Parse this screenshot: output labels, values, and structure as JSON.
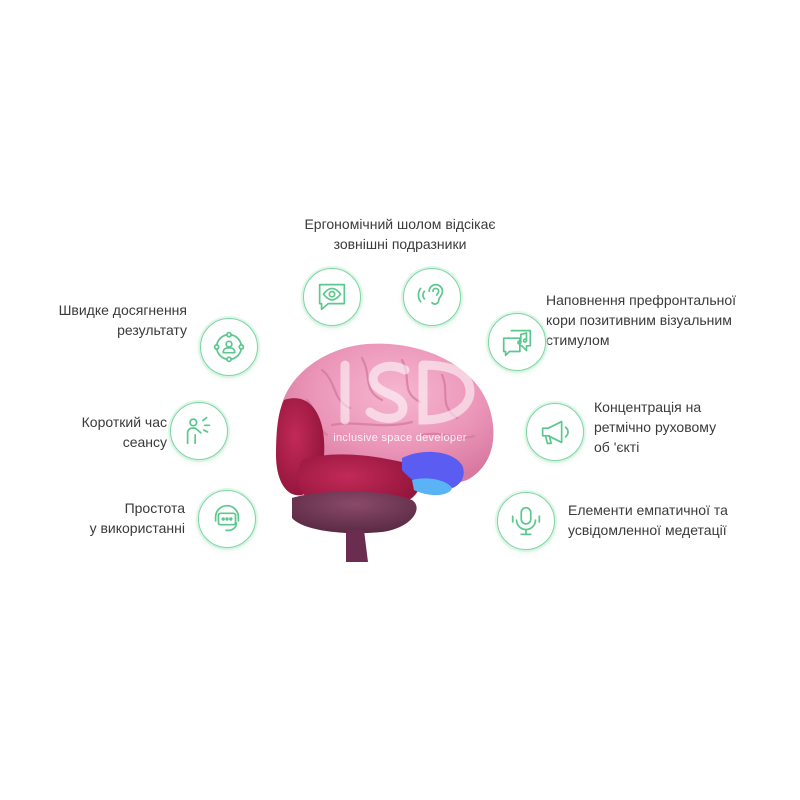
{
  "features": {
    "top": {
      "line1": "Ергономічний шолом відсікає",
      "line2": "зовнішні подразники"
    },
    "left1": {
      "line1": "Швидке досягнення",
      "line2": "результату"
    },
    "left2": {
      "line1": "Короткий час",
      "line2": "сеансу"
    },
    "left3": {
      "line1": "Простота",
      "line2": "у використанні"
    },
    "right1": {
      "line1": "Наповнення префронтальної",
      "line2": "кори позитивним візуальним",
      "line3": "стимулом"
    },
    "right2": {
      "line1": "Концентрація на",
      "line2": "ретмічно руховому",
      "line3": "об 'єкті"
    },
    "right3": {
      "line1": "Елементи емпатичної та",
      "line2": "усвідомленної медетації"
    }
  },
  "watermark": {
    "text": "inclusive space developer"
  },
  "icons": [
    "eye-chat-icon",
    "ear-sound-icon",
    "music-chat-icon",
    "target-person-icon",
    "stressed-person-icon",
    "megaphone-icon",
    "headset-chat-icon",
    "microphone-icon"
  ],
  "colors": {
    "icon_green": "#5cc78e",
    "ring_green": "#7fd4a6",
    "text": "#3a3a3a"
  }
}
